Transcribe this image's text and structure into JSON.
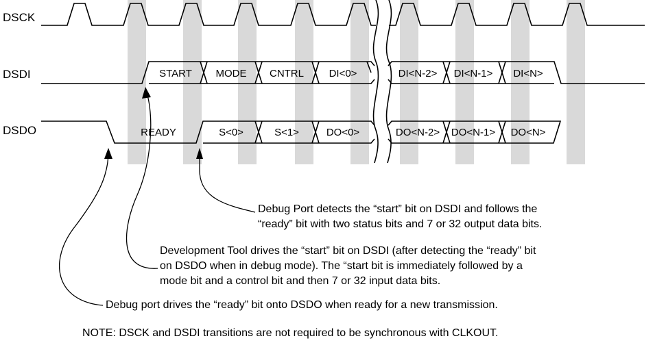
{
  "signals": {
    "dsck": "DSCK",
    "dsdi": "DSDI",
    "dsdo": "DSDO"
  },
  "dsdi_fields": [
    "START",
    "MODE",
    "CNTRL",
    "DI<0>",
    "DI<N-2>",
    "DI<N-1>",
    "DI<N>"
  ],
  "dsdo_fields": [
    "READY",
    "S<0>",
    "S<1>",
    "DO<0>",
    "DO<N-2>",
    "DO<N-1>",
    "DO<N>"
  ],
  "annotations": {
    "debug_port_detects": [
      "Debug Port detects the “start” bit on DSDI and follows the",
      "“ready” bit with two status bits and 7 or 32 output data bits."
    ],
    "dev_tool_drives": [
      "Development Tool drives the “start” bit on DSDI (after detecting the “ready” bit",
      "on DSDO when in debug mode). The “start bit is immediately followed by a",
      "mode bit and a control bit and then 7 or 32 input data bits."
    ],
    "debug_port_drives": "Debug port drives the “ready” bit onto DSDO when ready for a new transmission."
  },
  "note": "NOTE: DSCK and DSDI transitions are not required to be synchronous with CLKOUT.",
  "colors": {
    "shade": "#d9d9d9",
    "line": "#000000"
  }
}
